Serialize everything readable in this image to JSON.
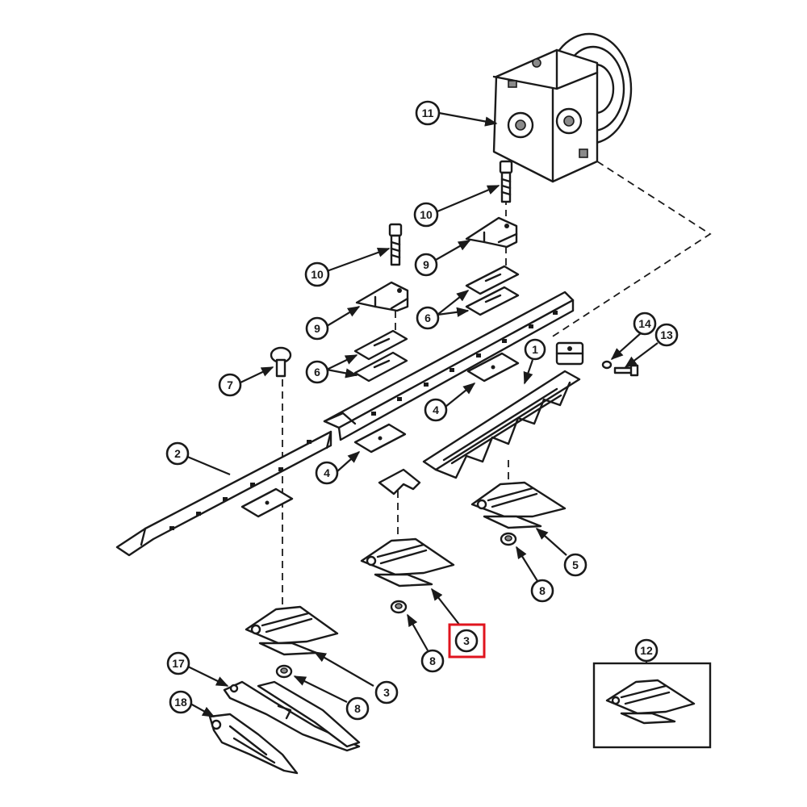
{
  "callouts": {
    "c1": "1",
    "c2": "2",
    "c3a": "3",
    "c3b": "3",
    "c4a": "4",
    "c4b": "4",
    "c5": "5",
    "c6a": "6",
    "c6b": "6",
    "c7": "7",
    "c8a": "8",
    "c8b": "8",
    "c8c": "8",
    "c9a": "9",
    "c9b": "9",
    "c10a": "10",
    "c10b": "10",
    "c11": "11",
    "c12": "12",
    "c13": "13",
    "c14": "14",
    "c17": "17",
    "c18": "18"
  },
  "colors": {
    "ink": "#1a1a1a",
    "highlight": "#e0141e",
    "paper": "#ffffff"
  },
  "highlighted_callout": "c3b"
}
